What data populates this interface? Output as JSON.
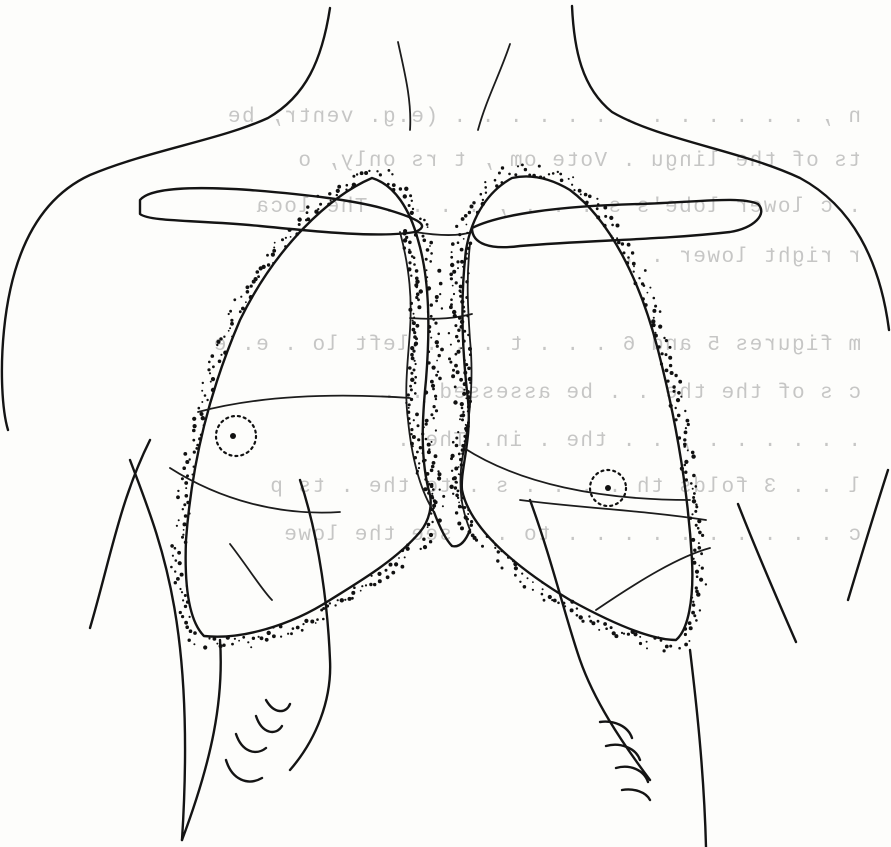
{
  "figure": {
    "subject": "chest-lungs-line-drawing",
    "ink_color": "#141414",
    "paper_color": "#fdfdfb",
    "bleed_through_color": "#9a9a9a"
  },
  "bleed_through_text": {
    "lines": [
      "n , . .   .  . . . .   .   . . . .   .  (e.g. ventr, be",
      "ts of the lingu . Vote  om , t rs only, o",
      ". c lower lobe's s . . . , .  .  . . The loca",
      "r right lower  .  .",
      "m figures 5 and 6 .  .  . t  . . . left lo .  e.  e",
      "c   s of the the  . .  be assessed . .",
      "  .  . . .  .  . ,  .  . the    . in. The  .",
      "l .  . 3 folds th  . . .  . s . to the  . ts p",
      "c  .   . . . . .   .  . . .  to  . .  see the lowe"
    ]
  },
  "regions": {
    "left_lung": "left-lung-outline",
    "right_lung": "right-lung-outline",
    "heart": "heart-border",
    "clavicles": "clavicle-outlines"
  }
}
